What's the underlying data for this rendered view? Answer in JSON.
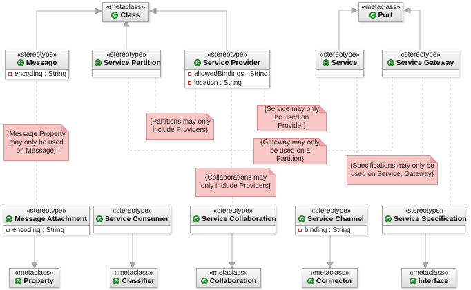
{
  "keywords": {
    "stereotype": "«stereotype»",
    "metaclass": "«metaclass»"
  },
  "icons": {
    "class_glyph": "C"
  },
  "metaclasses": {
    "class": "Class",
    "port": "Port",
    "property": "Property",
    "classifier": "Classifier",
    "collaboration": "Collaboration",
    "connector": "Connector",
    "interface": "Interface"
  },
  "stereotypes": {
    "message": {
      "name": "Message",
      "attrs": [
        "encoding : String"
      ]
    },
    "service_partition": {
      "name": "Service Partition"
    },
    "service_provider": {
      "name": "Service Provider",
      "attrs": [
        "allowedBindings : String",
        "location : String"
      ]
    },
    "service": {
      "name": "Service"
    },
    "service_gateway": {
      "name": "Service Gateway"
    },
    "message_attachment": {
      "name": "Message Attachment",
      "attrs": [
        "encoding : String"
      ]
    },
    "service_consumer": {
      "name": "Service Consumer"
    },
    "service_collaboration": {
      "name": "Service Collaboration"
    },
    "service_channel": {
      "name": "Service Channel",
      "attrs": [
        "binding : String"
      ]
    },
    "service_specification": {
      "name": "Service Specification"
    }
  },
  "notes": {
    "message_property": "{Message Property may only be used on Message}",
    "partitions": "{Partitions may only include Providers}",
    "service": "{Service may only be used on Provider}",
    "gateway": "{Gateway may only be used on a Partition}",
    "collaborations": "{Collaborations may only include Providers}",
    "specifications": "{Specifications may only be used on Service, Gateway}"
  },
  "colors": {
    "note_bg": "#f9c6c6",
    "note_border": "#d98f8f",
    "edge_gray": "#b2b2b2",
    "dashed_gray": "#c6c6c6",
    "box_border": "#a6a6a6",
    "icon_green": "#2e9e36",
    "attr_icon_red": "#cc3333"
  }
}
